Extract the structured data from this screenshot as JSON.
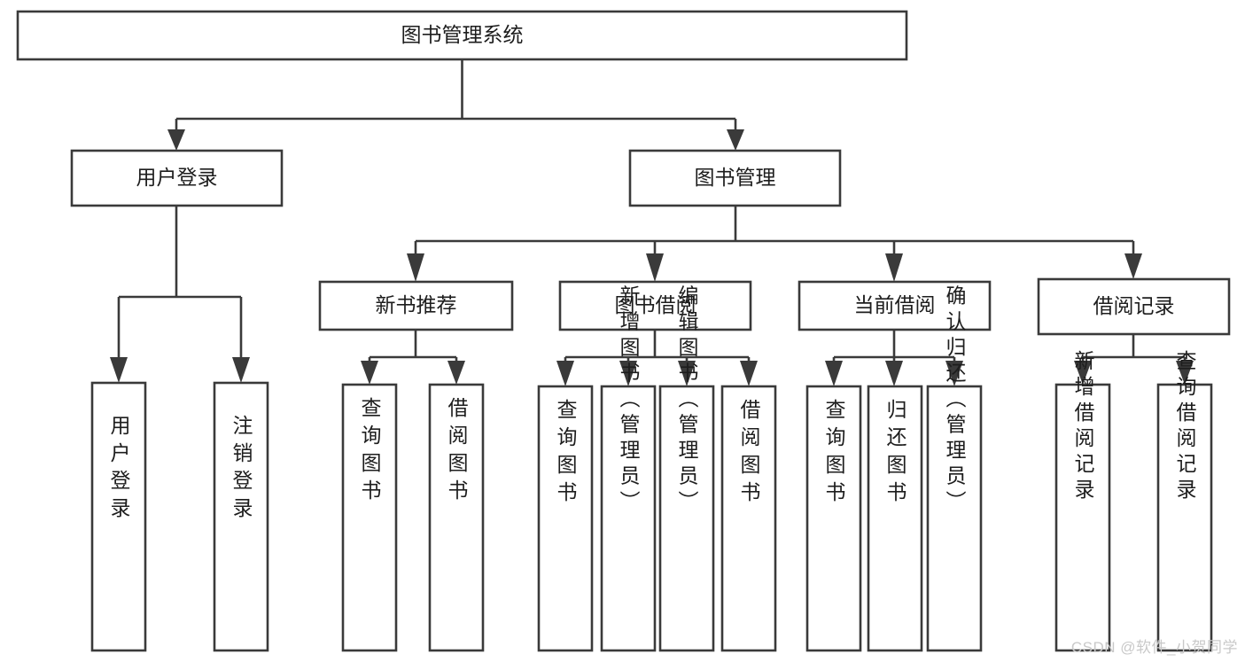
{
  "diagram": {
    "title": "图书管理系统",
    "type": "functional-decomposition-tree",
    "watermark": "CSDN @软件_小贺同学",
    "levels": {
      "root": {
        "label": "图书管理系统"
      },
      "level2": [
        {
          "label": "用户登录"
        },
        {
          "label": "图书管理"
        }
      ],
      "level3": [
        {
          "label": "新书推荐"
        },
        {
          "label": "图书借阅"
        },
        {
          "label": "当前借阅"
        },
        {
          "label": "借阅记录"
        }
      ],
      "leaves_user_login": [
        {
          "label": "用户登录"
        },
        {
          "label": "注销登录"
        }
      ],
      "leaves_new_book": [
        {
          "label": "查询图书"
        },
        {
          "label": "借阅图书"
        }
      ],
      "leaves_borrow": [
        {
          "label": "查询图书"
        },
        {
          "label": "新增图书（管理员）"
        },
        {
          "label": "编辑图书（管理员）"
        },
        {
          "label": "借阅图书"
        }
      ],
      "leaves_current": [
        {
          "label": "查询图书"
        },
        {
          "label": "归还图书"
        },
        {
          "label": "确认归还（管理员）"
        }
      ],
      "leaves_records": [
        {
          "label": "新增借阅记录"
        },
        {
          "label": "查询借阅记录"
        }
      ]
    },
    "colors": {
      "stroke": "#3a3a3a",
      "fill": "#ffffff",
      "text": "#1d1d1d",
      "watermark": "#c9c9c9"
    }
  }
}
